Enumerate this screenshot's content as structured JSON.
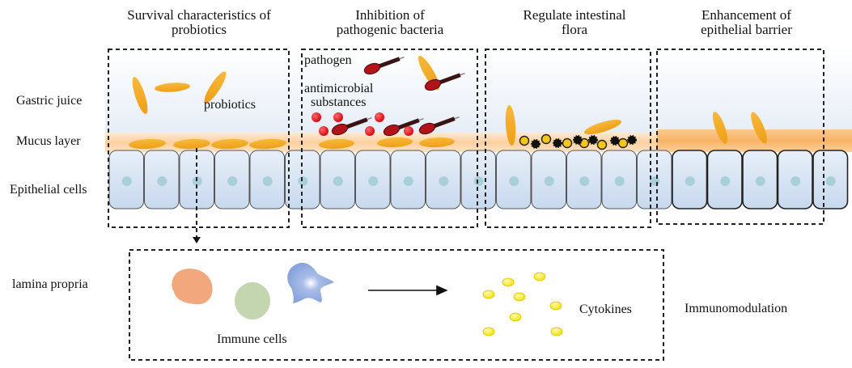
{
  "figure": {
    "section_titles": [
      {
        "line1": "Survival characteristics of",
        "line2": "probiotics"
      },
      {
        "line1": "Inhibition of",
        "line2": "pathogenic bacteria"
      },
      {
        "line1": "Regulate intestinal",
        "line2": "flora"
      },
      {
        "line1": "Enhancement of",
        "line2": "epithelial barrier"
      }
    ],
    "layer_labels": {
      "gastric": "Gastric juice",
      "mucus": "Mucus layer",
      "epithelial": "Epithelial cells",
      "lamina": "lamina propria"
    },
    "annotations": {
      "probiotics": "probiotics",
      "pathogen": "pathogen",
      "antimicrobial_line1": "antimicrobial",
      "antimicrobial_line2": "substances",
      "immune_cells": "Immune cells",
      "cytokines": "Cytokines",
      "immunomodulation": "Immunomodulation"
    },
    "colors": {
      "probiotic": "#f2a623",
      "mucus": "#fbd3a6",
      "epithelial_fill": "#d6e4f3",
      "nucleus": "#a9cfd9",
      "pathogen": "#b3121b",
      "antimicrobial": "#e8101a",
      "flora_yellow": "#f5c518",
      "flora_black": "#111111",
      "immune_orange": "#f2a77c",
      "immune_green": "#c3d6b0",
      "immune_blue": "#8fa9df",
      "cytokine": "#f4ea1a"
    }
  }
}
